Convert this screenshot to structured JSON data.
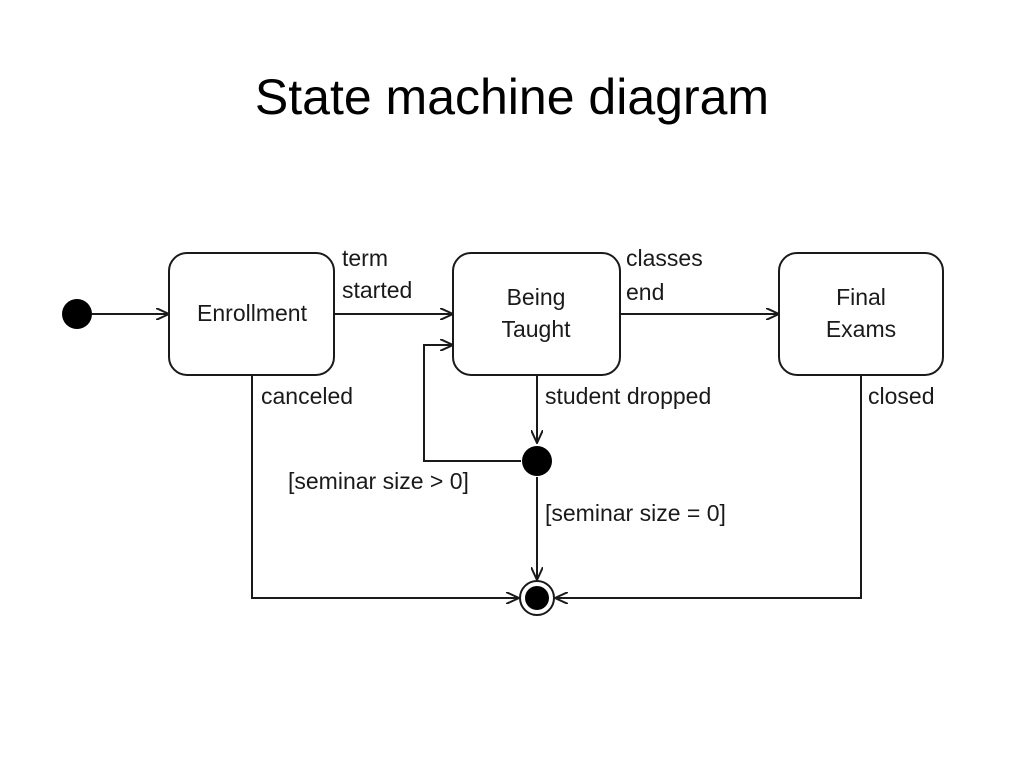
{
  "title": "State machine diagram",
  "states": {
    "enrollment": "Enrollment",
    "being_taught_line1": "Being",
    "being_taught_line2": "Taught",
    "final_exams_line1": "Final",
    "final_exams_line2": "Exams"
  },
  "transitions": {
    "term_started_line1": "term",
    "term_started_line2": "started",
    "classes_end_line1": "classes",
    "classes_end_line2": "end",
    "canceled": "canceled",
    "student_dropped": "student dropped",
    "closed": "closed",
    "guard_size_gt_zero": "[seminar size > 0]",
    "guard_size_eq_zero": "[seminar size = 0]"
  },
  "colors": {
    "stroke": "#1a1a1a",
    "background": "#ffffff"
  }
}
